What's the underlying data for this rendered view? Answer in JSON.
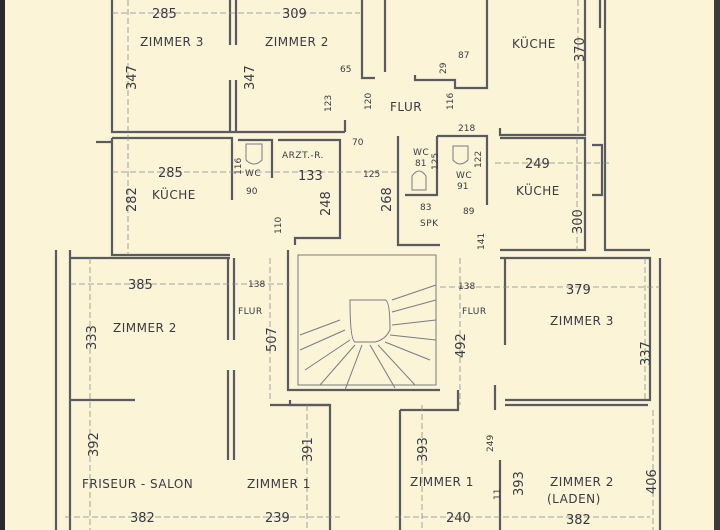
{
  "drawing": {
    "background": "#fbf4d6",
    "ink": "#5a5a62",
    "rooms": [
      "ZIMMER 3",
      "ZIMMER 2",
      "KÜCHE",
      "FLUR",
      "ARZT.-R.",
      "KÜCHE",
      "KÜCHE",
      "WC",
      "WC",
      "WC",
      "SPK",
      "FLUR",
      "ZIMMER 2",
      "FLUR",
      "ZIMMER 3",
      "FRISEUR - SALON",
      "ZIMMER 1",
      "ZIMMER 1",
      "ZIMMER 2",
      "(LADEN)"
    ],
    "dims_h": [
      "285",
      "309",
      "87",
      "218",
      "285",
      "133",
      "125",
      "249",
      "385",
      "138",
      "138",
      "379",
      "382",
      "239",
      "240",
      "382",
      "65",
      "70",
      "90",
      "81",
      "91",
      "83",
      "89"
    ],
    "dims_v": [
      "347",
      "347",
      "370",
      "123",
      "120",
      "116",
      "29",
      "116",
      "282",
      "110",
      "248",
      "268",
      "125",
      "122",
      "141",
      "300",
      "333",
      "507",
      "492",
      "337",
      "392",
      "391",
      "393",
      "249",
      "393",
      "406",
      "11"
    ]
  }
}
